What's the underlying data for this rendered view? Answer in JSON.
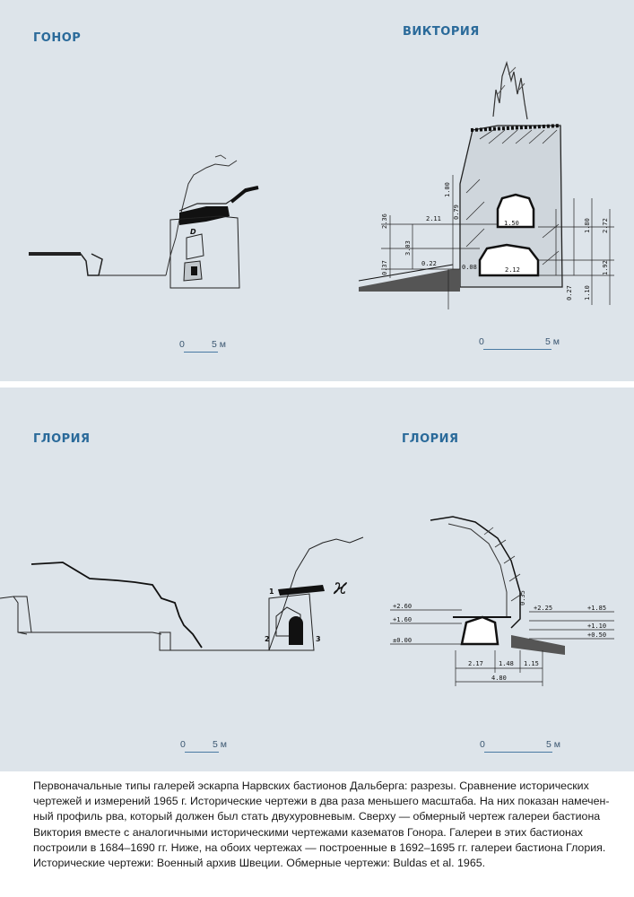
{
  "panels": {
    "gonor": {
      "title": "ГОНОР",
      "scale_zero": "0",
      "scale_label": "5 м"
    },
    "viktoria": {
      "title": "ВИКТОРИЯ",
      "scale_zero": "0",
      "scale_label": "5 м",
      "dims": {
        "d1": "2.36",
        "d2": "1.00",
        "d3": "0.79",
        "d4": "2.11",
        "d5": "3.03",
        "d6": "0.22",
        "d7": "0.37",
        "d8": "0.08",
        "d9": "2.72",
        "d10": "2.12",
        "d11": "1.80",
        "d12": "1.92",
        "d13": "1.10",
        "d14": "0.27",
        "d15": "1.50"
      }
    },
    "gloria_left": {
      "title": "ГЛОРИЯ",
      "scale_zero": "0",
      "scale_label": "5 м",
      "mark1": "1",
      "mark2": "2",
      "mark3": "3",
      "glyph": "ϰ"
    },
    "gloria_right": {
      "title": "ГЛОРИЯ",
      "scale_zero": "0",
      "scale_label": "5 м",
      "levels": {
        "l1": "+2.60",
        "l2": "+1.60",
        "l3": "±0.00",
        "r1": "+2.25",
        "r2": "+1.85",
        "r3": "+1.10",
        "r4": "+0.50",
        "w1": "2.17",
        "w2": "1.48",
        "w3": "1.15",
        "total": "4.80",
        "v1": "0.35"
      }
    }
  },
  "caption": {
    "line1": "Первоначальные типы галерей эскарпа Нарвских бастионов Дальберга: разрезы. Сравнение исторических",
    "line2": "чертежей и измерений 1965 г. Исторические чертежи в два раза меньшего масштаба. На них показан намечен-",
    "line3": "ный профиль рва, который должен был стать двухуровневым. Сверху — обмерный чертеж галереи бастиона",
    "line4": "Виктория вместе с аналогичными историческими чертежами казематов Гонора. Галереи в этих бастионах",
    "line5": "построили в 1684–1690 гг. Ниже, на обоих чертежах — построенные в 1692–1695 гг. галереи бастиона Глория.",
    "line6": "Исторические чертежи: Военный архив Швеции. Обмерные чертежи: Buldas et al. 1965."
  }
}
